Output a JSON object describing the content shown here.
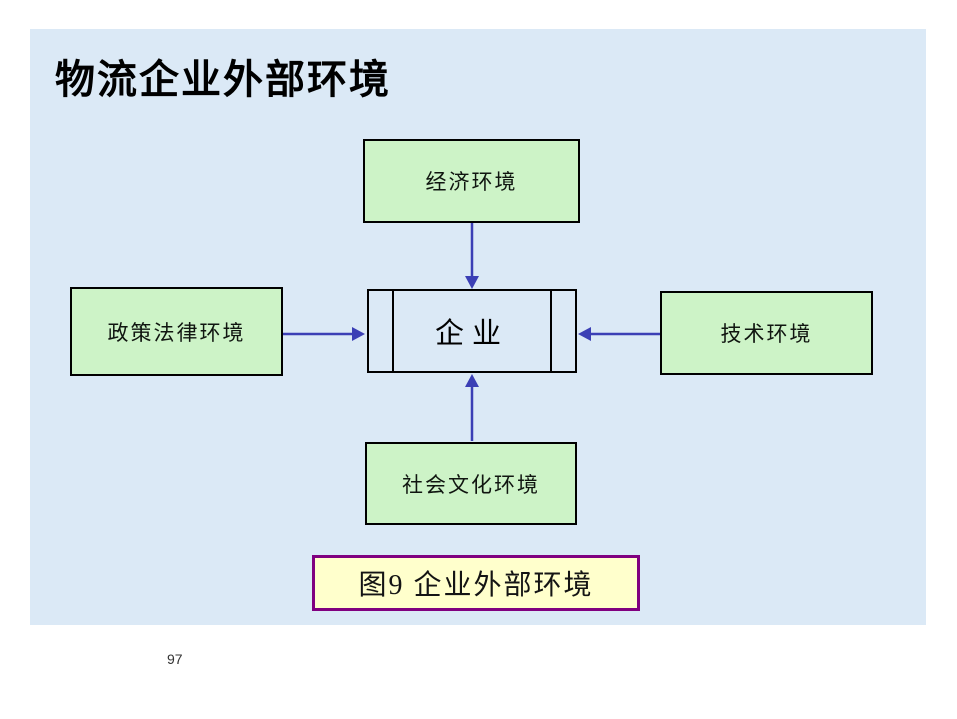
{
  "slide": {
    "title": "物流企业外部环境",
    "page_number": "97"
  },
  "diagram": {
    "center": {
      "label": "企业"
    },
    "top": {
      "label": "经济环境"
    },
    "left": {
      "label": "政策法律环境"
    },
    "right": {
      "label": "技术环境"
    },
    "bottom": {
      "label": "社会文化环境"
    },
    "caption": {
      "label": "图9 企业外部环境"
    },
    "arrows": [
      {
        "from": "经济环境",
        "to": "企业",
        "direction": "down"
      },
      {
        "from": "政策法律环境",
        "to": "企业",
        "direction": "right"
      },
      {
        "from": "技术环境",
        "to": "企业",
        "direction": "left"
      },
      {
        "from": "社会文化环境",
        "to": "企业",
        "direction": "up"
      }
    ]
  },
  "colors": {
    "slide_bg": "#dbe9f6",
    "box_green": "#cdf3c7",
    "arrow_blue": "#3b3fb5",
    "caption_bg": "#ffffcc",
    "caption_border": "#800080",
    "box_border": "#000000",
    "title_text": "#000000",
    "caption_text": "#141414"
  }
}
